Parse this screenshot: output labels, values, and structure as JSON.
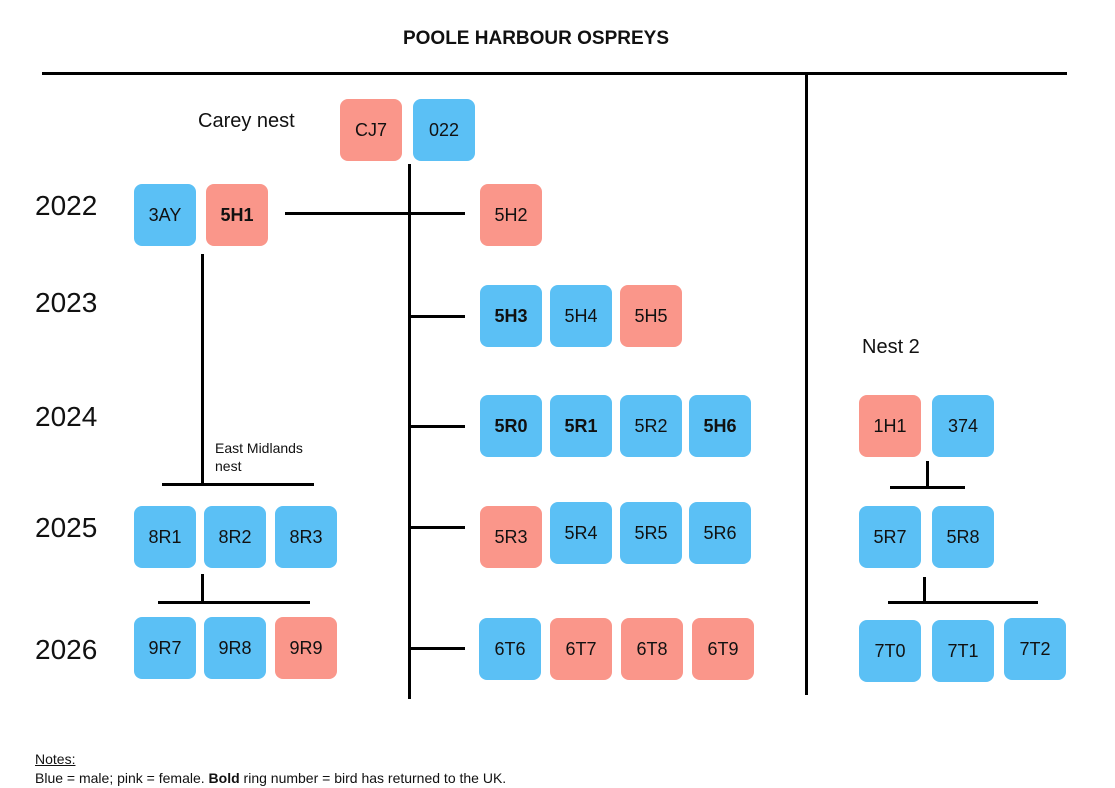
{
  "title": "POOLE HARBOUR OSPREYS",
  "labels": {
    "carey_nest": "Carey nest",
    "nest2": "Nest 2",
    "east_midlands_line1": "East Midlands",
    "east_midlands_line2": "nest"
  },
  "years": {
    "y2022": "2022",
    "y2023": "2023",
    "y2024": "2024",
    "y2025": "2025",
    "y2026": "2026"
  },
  "colors": {
    "male": "#5bc0f5",
    "female": "#fa968a",
    "lines": "#000000"
  },
  "birds": {
    "cj7": {
      "ring": "CJ7",
      "sex": "female",
      "returned": false
    },
    "b022": {
      "ring": "022",
      "sex": "male",
      "returned": false
    },
    "b3ay": {
      "ring": "3AY",
      "sex": "male",
      "returned": false
    },
    "b5h1": {
      "ring": "5H1",
      "sex": "female",
      "returned": true
    },
    "b5h2": {
      "ring": "5H2",
      "sex": "female",
      "returned": false
    },
    "b5h3": {
      "ring": "5H3",
      "sex": "male",
      "returned": true
    },
    "b5h4": {
      "ring": "5H4",
      "sex": "male",
      "returned": false
    },
    "b5h5": {
      "ring": "5H5",
      "sex": "female",
      "returned": false
    },
    "b5r0": {
      "ring": "5R0",
      "sex": "male",
      "returned": true
    },
    "b5r1": {
      "ring": "5R1",
      "sex": "male",
      "returned": true
    },
    "b5r2": {
      "ring": "5R2",
      "sex": "male",
      "returned": false
    },
    "b5h6": {
      "ring": "5H6",
      "sex": "male",
      "returned": true
    },
    "b1h1": {
      "ring": "1H1",
      "sex": "female",
      "returned": false
    },
    "b374": {
      "ring": "374",
      "sex": "male",
      "returned": false
    },
    "b8r1": {
      "ring": "8R1",
      "sex": "male",
      "returned": false
    },
    "b8r2": {
      "ring": "8R2",
      "sex": "male",
      "returned": false
    },
    "b8r3": {
      "ring": "8R3",
      "sex": "male",
      "returned": false
    },
    "b5r3": {
      "ring": "5R3",
      "sex": "female",
      "returned": false
    },
    "b5r4": {
      "ring": "5R4",
      "sex": "male",
      "returned": false
    },
    "b5r5": {
      "ring": "5R5",
      "sex": "male",
      "returned": false
    },
    "b5r6": {
      "ring": "5R6",
      "sex": "male",
      "returned": false
    },
    "b5r7": {
      "ring": "5R7",
      "sex": "male",
      "returned": false
    },
    "b5r8": {
      "ring": "5R8",
      "sex": "male",
      "returned": false
    },
    "b9r7": {
      "ring": "9R7",
      "sex": "male",
      "returned": false
    },
    "b9r8": {
      "ring": "9R8",
      "sex": "male",
      "returned": false
    },
    "b9r9": {
      "ring": "9R9",
      "sex": "female",
      "returned": false
    },
    "b6t6": {
      "ring": "6T6",
      "sex": "male",
      "returned": false
    },
    "b6t7": {
      "ring": "6T7",
      "sex": "female",
      "returned": false
    },
    "b6t8": {
      "ring": "6T8",
      "sex": "female",
      "returned": false
    },
    "b6t9": {
      "ring": "6T9",
      "sex": "female",
      "returned": false
    },
    "b7t0": {
      "ring": "7T0",
      "sex": "male",
      "returned": false
    },
    "b7t1": {
      "ring": "7T1",
      "sex": "male",
      "returned": false
    },
    "b7t2": {
      "ring": "7T2",
      "sex": "male",
      "returned": false
    }
  },
  "notes": {
    "heading": "Notes:",
    "line_part1": "Blue = male; pink = female. ",
    "line_bold": "Bold",
    "line_part2": " ring number = bird has returned to the UK."
  }
}
